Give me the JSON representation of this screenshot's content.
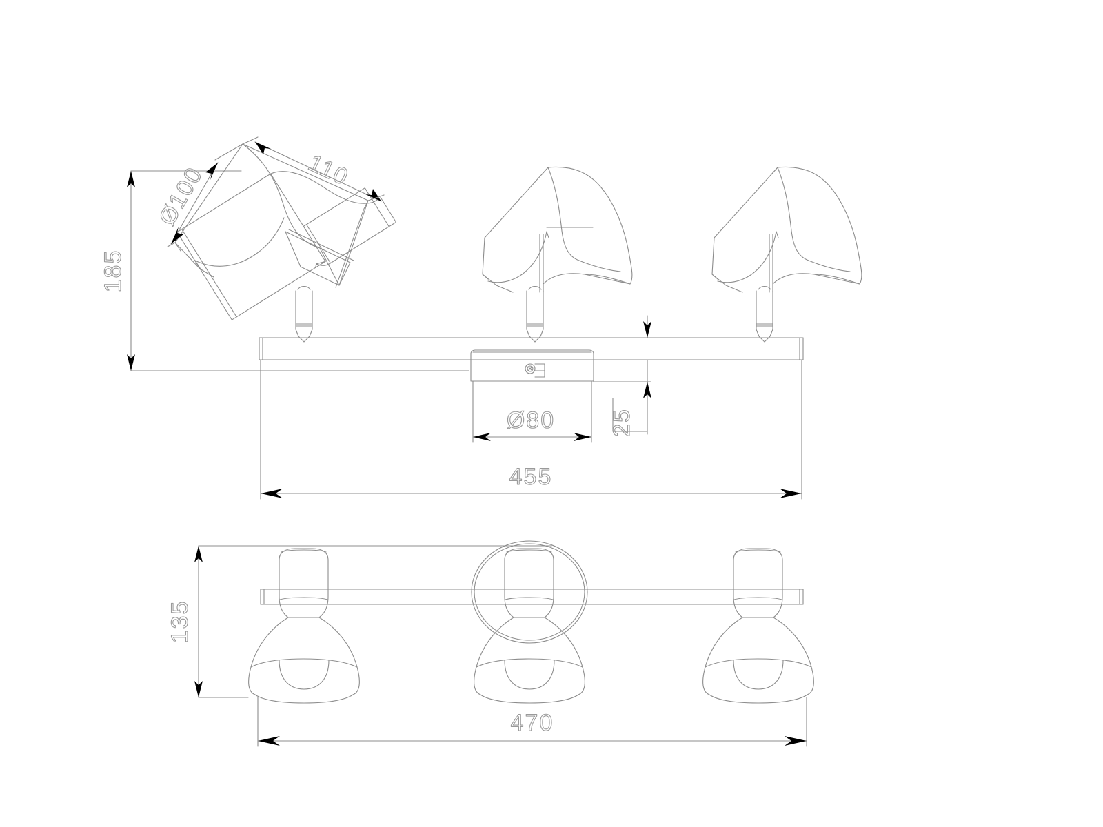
{
  "drawing": {
    "type": "technical-drawing",
    "subject": "3-head ceiling spotlight bar",
    "background_color": "#ffffff",
    "line_color": "#8c8c8c",
    "arrow_color": "#000000",
    "text_color": "#9a9a9a"
  },
  "views": {
    "side": {
      "name": "side-elevation-view",
      "lamp_count": 3
    },
    "front": {
      "name": "front-elevation-view",
      "lamp_count": 3
    }
  },
  "dimensions": {
    "height_overall": {
      "label": "185",
      "view": "side",
      "orientation": "vertical"
    },
    "shade_length": {
      "label": "110",
      "view": "side",
      "orientation": "rotated"
    },
    "shade_diameter": {
      "label": "Ø100",
      "view": "side",
      "orientation": "rotated"
    },
    "canopy_diameter": {
      "label": "Ø80",
      "view": "side",
      "orientation": "horizontal"
    },
    "bar_height": {
      "label": "25",
      "view": "side",
      "orientation": "vertical"
    },
    "bar_length": {
      "label": "455",
      "view": "side",
      "orientation": "horizontal"
    },
    "front_height": {
      "label": "135",
      "view": "front",
      "orientation": "vertical"
    },
    "front_width": {
      "label": "470",
      "view": "front",
      "orientation": "horizontal"
    }
  },
  "chart_data": {
    "type": "table",
    "title": "Spotlight bar dimensions (mm)",
    "categories": [
      "185",
      "110",
      "Ø100",
      "Ø80",
      "25",
      "455",
      "135",
      "470"
    ],
    "values": [
      185,
      110,
      100,
      80,
      25,
      455,
      135,
      470
    ]
  }
}
